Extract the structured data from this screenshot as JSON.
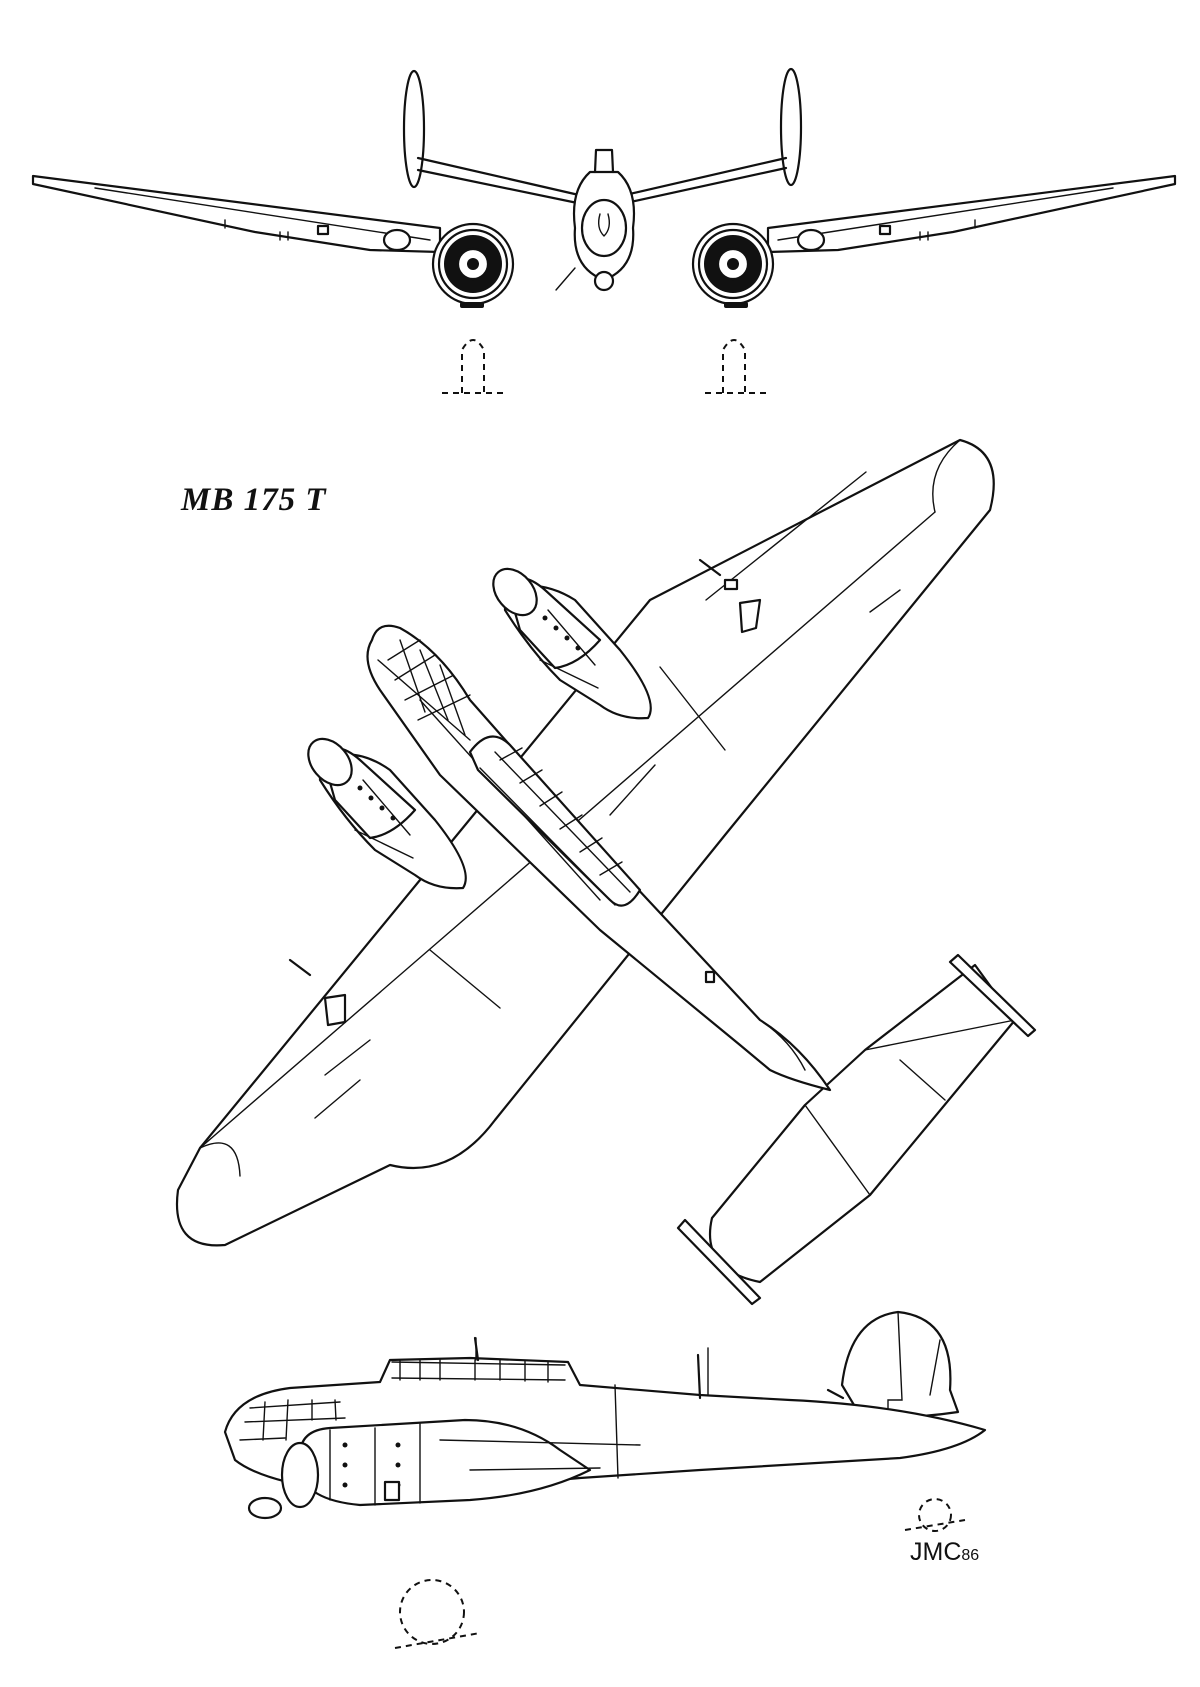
{
  "title": "MB 175 T",
  "signature": {
    "initials": "JMC",
    "year": "86"
  },
  "views": [
    "front-view",
    "plan-view",
    "side-view"
  ]
}
